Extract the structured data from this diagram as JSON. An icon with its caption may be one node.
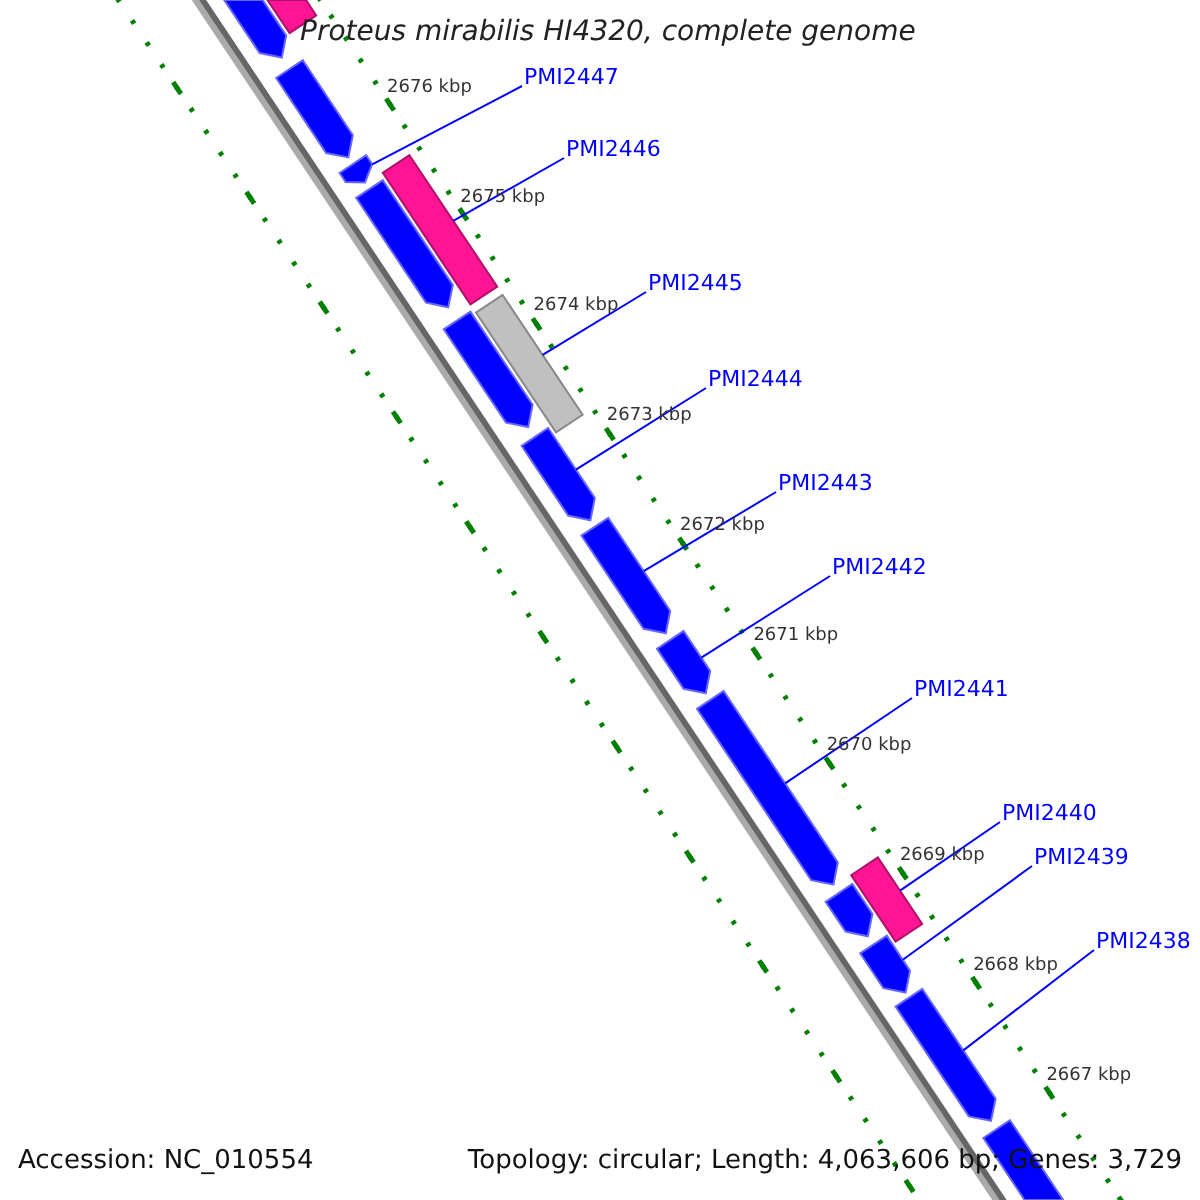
{
  "diagram": {
    "title": "Proteus mirabilis HI4320, complete genome",
    "nodes": [
      {
        "text": [
          "PMI2447"
        ]
      },
      {
        "text": [
          "PMI2446"
        ]
      },
      {
        "text": [
          "PMI2445"
        ]
      },
      {
        "text": [
          "PMI2444"
        ]
      },
      {
        "text": [
          "PMI2443"
        ]
      },
      {
        "text": [
          "PMI2442"
        ]
      },
      {
        "text": [
          "PMI2441"
        ]
      },
      {
        "text": [
          "PMI2440"
        ]
      },
      {
        "text": [
          "PMI2439"
        ]
      },
      {
        "text": [
          "PMI2438"
        ]
      },
      {
        "text": [],
        "shape": "bar"
      },
      {
        "text": [],
        "shape": "arrow"
      },
      {
        "text": [],
        "shape": "arrow"
      },
      {
        "text": [],
        "shape": "arrow"
      },
      {
        "text": [],
        "shape": "bar"
      },
      {
        "text": [],
        "shape": "arrow"
      },
      {
        "text": [],
        "shape": "bar"
      },
      {
        "text": [],
        "shape": "arrow"
      },
      {
        "text": [],
        "shape": "arrow"
      },
      {
        "text": [],
        "shape": "arrow"
      },
      {
        "text": [],
        "shape": "arrow"
      },
      {
        "text": [],
        "shape": "arrow"
      },
      {
        "text": [],
        "shape": "bar"
      },
      {
        "text": [],
        "shape": "arrow"
      },
      {
        "text": [],
        "shape": "arrow"
      },
      {
        "text": [],
        "shape": "arrow"
      },
      {
        "text": [],
        "shape": "arrow"
      }
    ],
    "edges": [
      {
        "from": 0,
        "to": 13,
        "arrow": "none"
      },
      {
        "from": 1,
        "to": 14,
        "arrow": "none"
      },
      {
        "from": 2,
        "to": 16,
        "arrow": "none"
      },
      {
        "from": 3,
        "to": 18,
        "arrow": "none"
      },
      {
        "from": 4,
        "to": 19,
        "arrow": "none"
      },
      {
        "from": 5,
        "to": 20,
        "arrow": "none"
      },
      {
        "from": 6,
        "to": 21,
        "arrow": "none"
      },
      {
        "from": 7,
        "to": 22,
        "arrow": "none"
      },
      {
        "from": 8,
        "to": 24,
        "arrow": "none"
      },
      {
        "from": 9,
        "to": 25,
        "arrow": "none"
      }
    ],
    "labels": [
      "2676 kbp",
      "2675 kbp",
      "2674 kbp",
      "2673 kbp",
      "2672 kbp",
      "2671 kbp",
      "2670 kbp",
      "2669 kbp",
      "2668 kbp",
      "2667 kbp",
      "Accession: NC_010554",
      "Topology: circular; Length: 4,063,606 bp; Genes: 3,729"
    ]
  }
}
